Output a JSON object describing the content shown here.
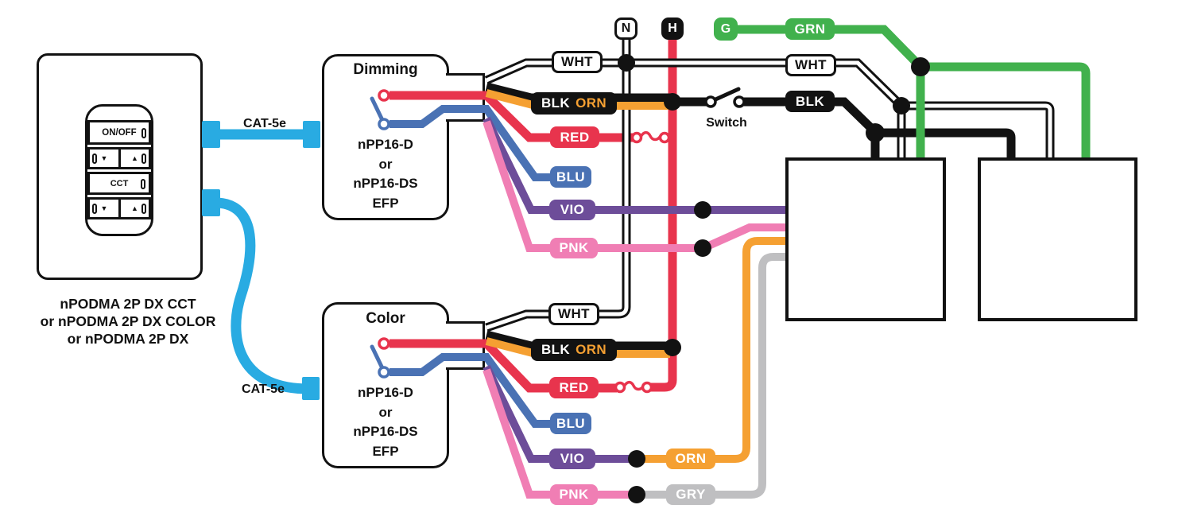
{
  "colors": {
    "red": "#E8344D",
    "orange": "#F5A032",
    "blue": "#4A72B4",
    "violet": "#6D4D99",
    "pink": "#F07EB4",
    "green": "#41B14D",
    "gray": "#BFBFC1",
    "cyan": "#29ABE2",
    "line_black": "#121212"
  },
  "wall_station": {
    "model_lines": [
      "nPODMA 2P DX CCT",
      "or nPODMA 2P DX COLOR",
      "or nPODMA 2P DX"
    ],
    "buttons": {
      "on_off": "ON/OFF",
      "cct": "CCT",
      "raise": "▲",
      "lower": "▼"
    }
  },
  "cables": {
    "top": "CAT-5e",
    "bottom": "CAT-5e"
  },
  "power_packs": {
    "dimming": {
      "title": "Dimming",
      "model_lines": [
        "nPP16-D",
        "or",
        "nPP16-DS",
        "EFP"
      ]
    },
    "color": {
      "title": "Color",
      "model_lines": [
        "nPP16-D",
        "or",
        "nPP16-DS",
        "EFP"
      ]
    }
  },
  "terminals": {
    "neutral": "N",
    "hot": "H",
    "ground": "G"
  },
  "switch": {
    "label": "Switch"
  },
  "wire_labels": {
    "wht": "WHT",
    "blk": "BLK",
    "orn": "ORN",
    "red": "RED",
    "blu": "BLU",
    "vio": "VIO",
    "pnk": "PNK",
    "grn": "GRN",
    "gry": "GRY"
  }
}
